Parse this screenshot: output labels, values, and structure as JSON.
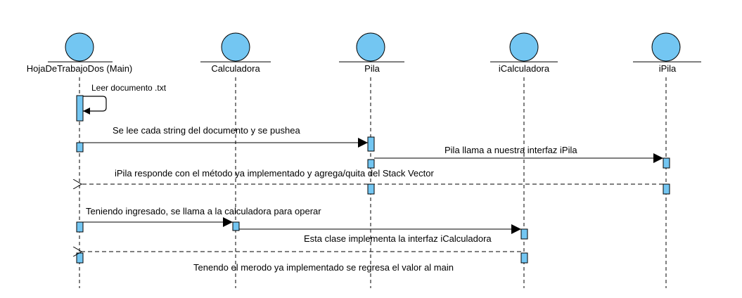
{
  "colors": {
    "actor_fill": "#73c6f2",
    "activation_fill": "#73c6f2",
    "line": "#000000",
    "background": "#ffffff"
  },
  "lifelines": [
    {
      "id": "main",
      "name": "HojaDeTrabajoDos (Main)"
    },
    {
      "id": "calc",
      "name": "Calculadora"
    },
    {
      "id": "pila",
      "name": "Pila"
    },
    {
      "id": "icalc",
      "name": "iCalculadora"
    },
    {
      "id": "ipila",
      "name": "iPila"
    }
  ],
  "messages": [
    {
      "id": "m1",
      "text": "Leer documento .txt",
      "from": "main",
      "to": "main",
      "kind": "self"
    },
    {
      "id": "m2",
      "text": "Se lee cada string del documento y se pushea",
      "from": "main",
      "to": "pila",
      "kind": "sync"
    },
    {
      "id": "m3",
      "text": "Pila llama a nuestra interfaz iPila",
      "from": "pila",
      "to": "ipila",
      "kind": "sync"
    },
    {
      "id": "m4",
      "text": "iPila responde con el método ya implementado y agrega/quita del Stack Vector",
      "from": "ipila",
      "to": "main",
      "kind": "return"
    },
    {
      "id": "m5",
      "text": "Teniendo ingresado, se llama a la calculadora para operar",
      "from": "main",
      "to": "calc",
      "kind": "sync"
    },
    {
      "id": "m6",
      "text": "Esta clase implementa la interfaz iCalculadora",
      "from": "calc",
      "to": "icalc",
      "kind": "sync"
    },
    {
      "id": "m7",
      "text": "Tenendo el merodo ya implementado se regresa el valor al main",
      "from": "icalc",
      "to": "main",
      "kind": "return"
    }
  ]
}
